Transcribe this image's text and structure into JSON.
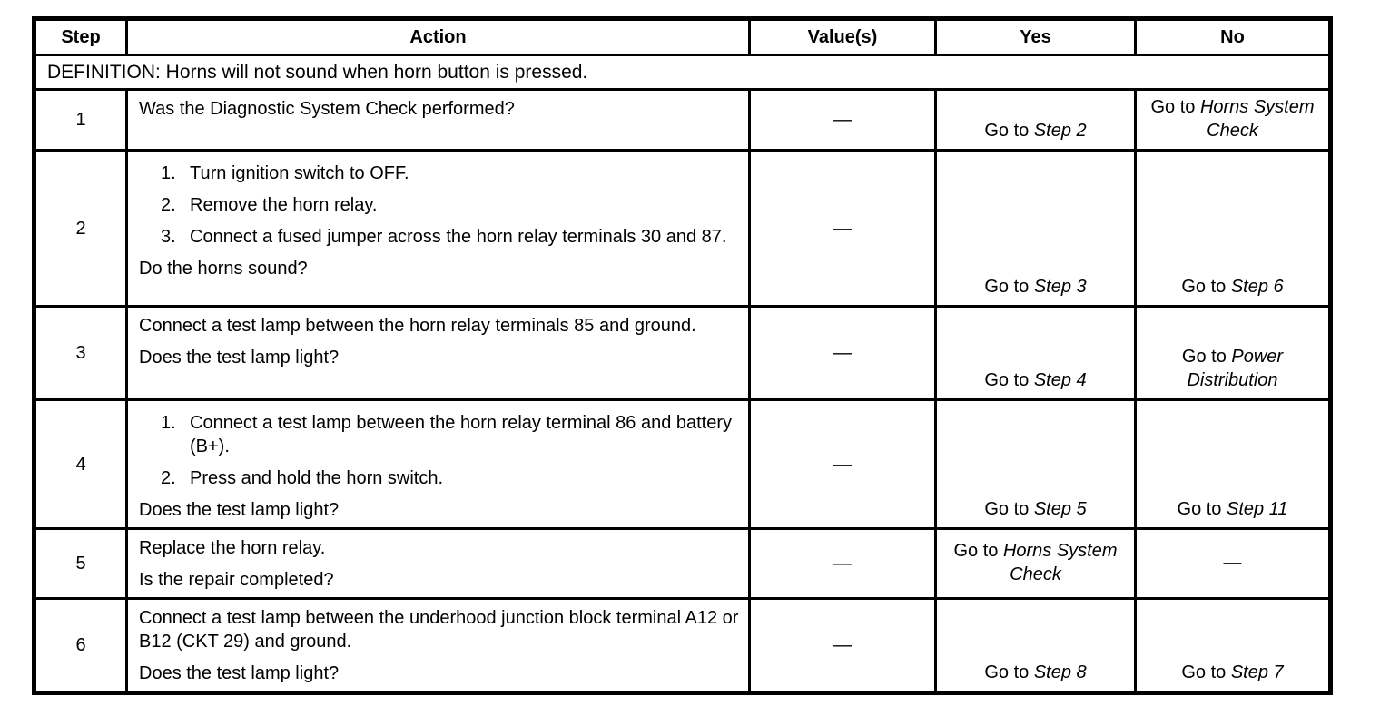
{
  "table": {
    "headers": [
      {
        "id": "step",
        "label": "Step"
      },
      {
        "id": "action",
        "label": "Action"
      },
      {
        "id": "values",
        "label": "Value(s)"
      },
      {
        "id": "yes",
        "label": "Yes"
      },
      {
        "id": "no",
        "label": "No"
      }
    ],
    "definition": "DEFINITION: Horns will not sound when horn button is pressed.",
    "rows": [
      {
        "step": "1",
        "action": {
          "lead": "Was the Diagnostic System Check performed?",
          "list": [],
          "question": ""
        },
        "value": "—",
        "yes": {
          "pre": "Go to",
          "italic": "Step 2",
          "align": "bottom"
        },
        "no": {
          "pre": "Go to",
          "italic": "Horns System Check",
          "align": "center"
        }
      },
      {
        "step": "2",
        "action": {
          "lead": "",
          "list": [
            "Turn ignition switch to OFF.",
            "Remove the horn relay.",
            "Connect a fused jumper across the horn relay terminals 30 and 87."
          ],
          "question": "Do the horns sound?"
        },
        "value": "—",
        "yes": {
          "pre": "Go to",
          "italic": "Step 3",
          "align": "bottom"
        },
        "no": {
          "pre": "Go to",
          "italic": "Step 6",
          "align": "bottom"
        }
      },
      {
        "step": "3",
        "action": {
          "lead": "Connect a test lamp between the horn relay terminals 85 and ground.",
          "list": [],
          "question": "Does the test lamp light?"
        },
        "value": "—",
        "yes": {
          "pre": "Go to",
          "italic": "Step 4",
          "align": "bottom"
        },
        "no": {
          "pre": "Go to",
          "italic": "Power Distribution",
          "align": "bottom"
        }
      },
      {
        "step": "4",
        "action": {
          "lead": "",
          "list": [
            "Connect a test lamp between the horn relay terminal 86 and battery (B+).",
            "Press and hold the horn switch."
          ],
          "question": "Does the test lamp light?"
        },
        "value": "—",
        "yes": {
          "pre": "Go to",
          "italic": "Step 5",
          "align": "bottom"
        },
        "no": {
          "pre": "Go to",
          "italic": "Step 11",
          "align": "bottom"
        }
      },
      {
        "step": "5",
        "action": {
          "lead": "Replace the horn relay.",
          "list": [],
          "question": "Is the repair completed?"
        },
        "value": "—",
        "yes": {
          "pre": "Go to",
          "italic": "Horns System Check",
          "align": "center"
        },
        "no": {
          "dash": "—",
          "align": "center"
        }
      },
      {
        "step": "6",
        "action": {
          "lead": "Connect a test lamp between the underhood junction block terminal A12 or B12 (CKT 29) and ground.",
          "list": [],
          "question": "Does the test lamp light?"
        },
        "value": "—",
        "yes": {
          "pre": "Go to",
          "italic": "Step 8",
          "align": "bottom"
        },
        "no": {
          "pre": "Go to",
          "italic": "Step 7",
          "align": "bottom"
        }
      }
    ]
  }
}
